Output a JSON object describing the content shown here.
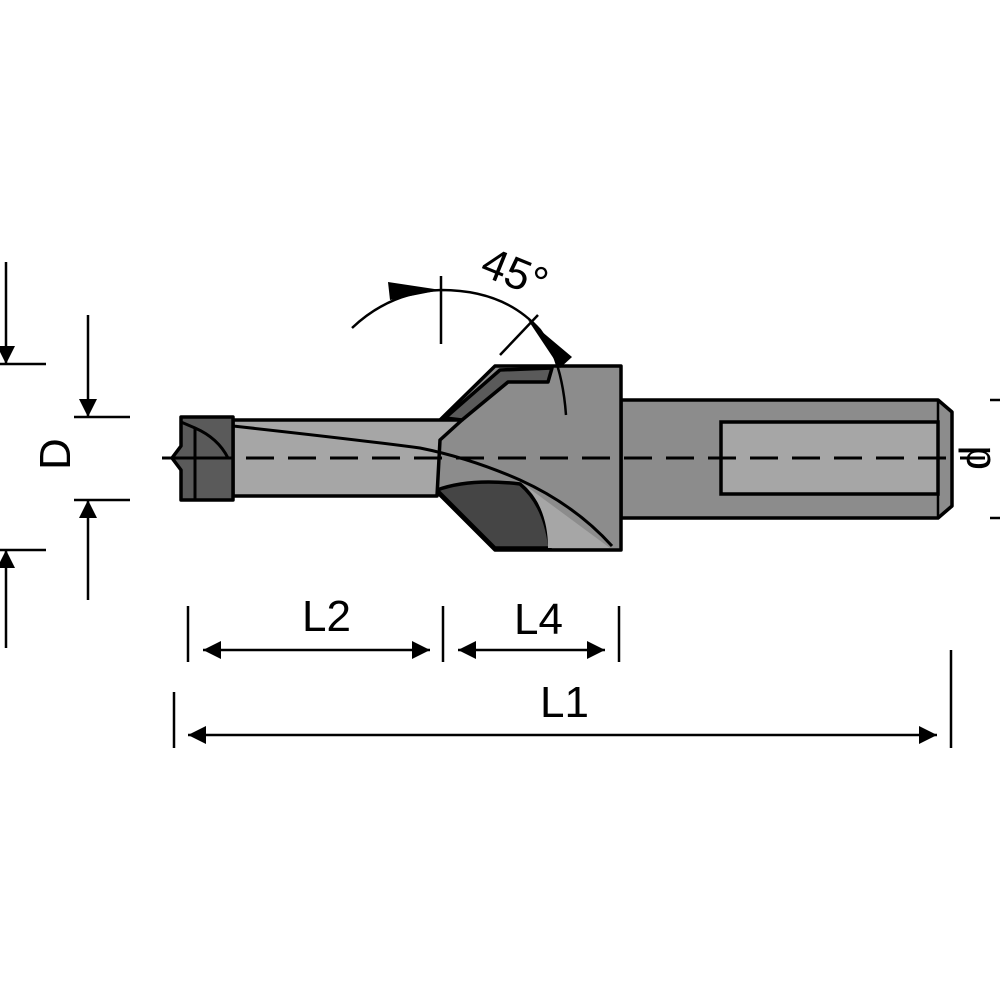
{
  "labels": {
    "angle": "45°",
    "diameter": "D",
    "shank_diameter": "d",
    "length_l2": "L2",
    "length_l4": "L4",
    "length_l1": "L1"
  },
  "colors": {
    "tool_light": "#a6a6a6",
    "tool_mid": "#8c8c8c",
    "tool_dark": "#5a5a5a",
    "flute_dark": "#454545",
    "line": "#000000",
    "background": "#ffffff"
  }
}
